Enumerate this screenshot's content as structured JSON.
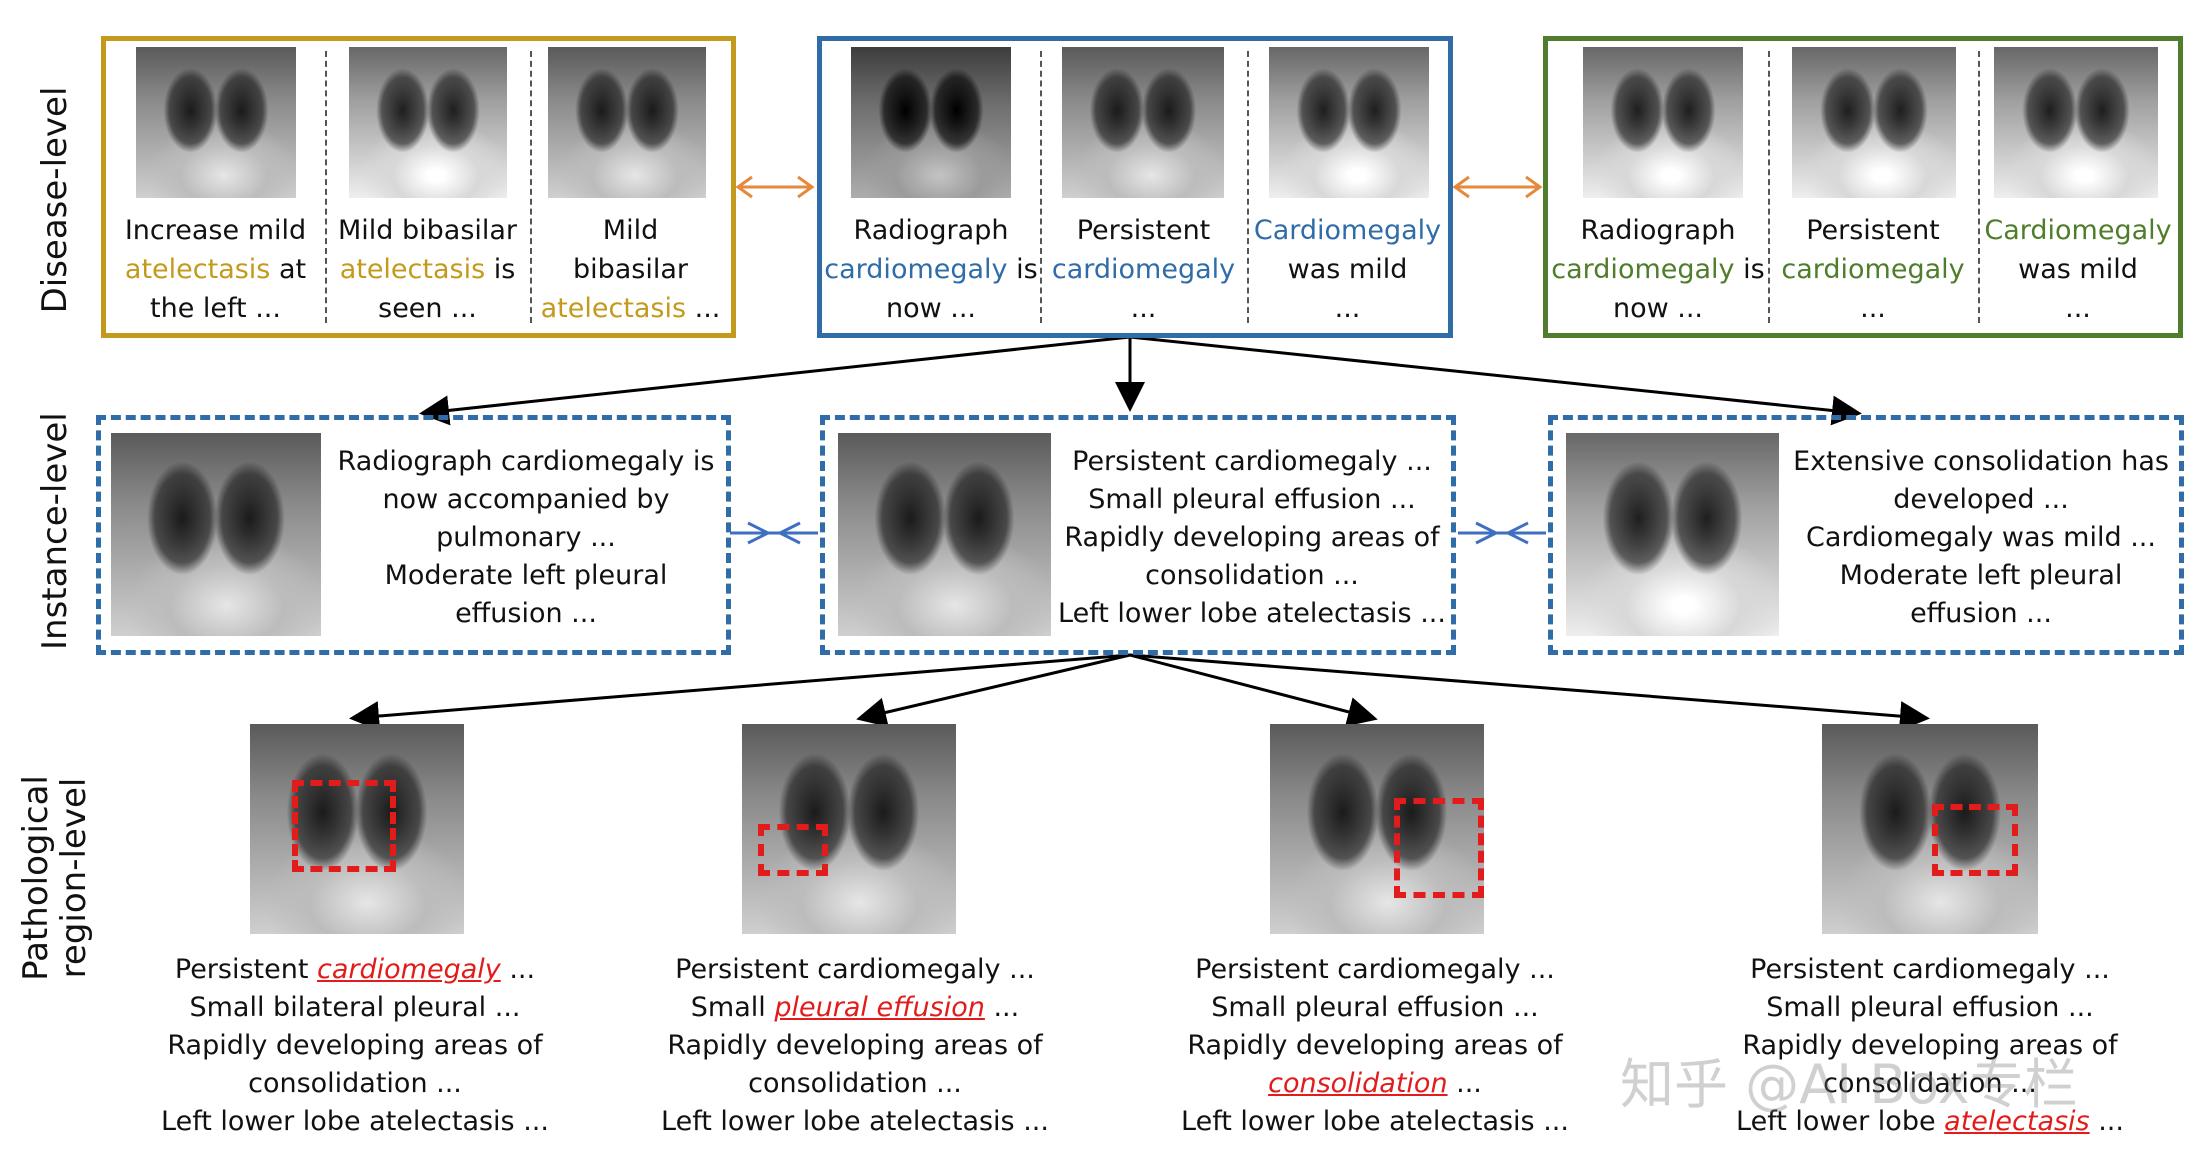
{
  "levels": {
    "disease": "Disease-level",
    "instance": "Instance-level",
    "region_line1": "Pathological",
    "region_line2": "region-level"
  },
  "colors": {
    "atelectasis_group": "#c49a1c",
    "cardiomegaly_group_blue": "#2f6ca8",
    "cardiomegaly_group_green": "#4f7d2b",
    "disease_arrow": "#e58a3c",
    "instance_arrow": "#3f6fc0",
    "roi": "#e21b1b"
  },
  "disease_groups": [
    {
      "cells": [
        {
          "pre": "Increase mild",
          "kw": "atelectasis",
          "post": " at",
          "tail": "the left ..."
        },
        {
          "pre": "Mild bibasilar",
          "kw": "atelectasis",
          "post": " is",
          "tail": "seen ..."
        },
        {
          "pre": "Mild",
          "mid": "bibasilar",
          "kw": "atelectasis",
          "post": " ..."
        }
      ]
    },
    {
      "cells": [
        {
          "pre": "Radiograph",
          "kw": "cardiomegaly",
          "post": " is",
          "tail": "now ..."
        },
        {
          "pre": "Persistent",
          "kw": "cardiomegaly",
          "tail": "..."
        },
        {
          "kw": "Cardiomegaly",
          "post": "was mild",
          "tail": "..."
        }
      ]
    },
    {
      "cells": [
        {
          "pre": "Radiograph",
          "kw": "cardiomegaly",
          "post": " is",
          "tail": "now ..."
        },
        {
          "pre": "Persistent",
          "kw": "cardiomegaly",
          "tail": "..."
        },
        {
          "kw": "Cardiomegaly",
          "post": "was mild",
          "tail": "..."
        }
      ]
    }
  ],
  "instances": [
    {
      "lines": [
        "Radiograph cardiomegaly is",
        "now accompanied by",
        "pulmonary ...",
        "Moderate left pleural",
        "effusion ..."
      ]
    },
    {
      "lines": [
        "Persistent cardiomegaly  ...",
        "Small pleural effusion ...",
        "Rapidly developing areas of",
        "consolidation ...",
        "Left lower lobe atelectasis ..."
      ]
    },
    {
      "lines": [
        "Extensive consolidation has",
        "developed ...",
        "Cardiomegaly was mild ...",
        "Moderate left pleural",
        "effusion ..."
      ]
    }
  ],
  "regions": [
    {
      "l1_pre": "Persistent ",
      "l1_kw": "cardiomegaly",
      "l1_post": " ...",
      "l2": "Small bilateral pleural ...",
      "l3": "Rapidly developing areas of",
      "l4": "consolidation ...",
      "l5": "Left lower lobe atelectasis ..."
    },
    {
      "l1": "Persistent cardiomegaly ...",
      "l2_pre": "Small ",
      "l2_kw": "pleural effusion",
      "l2_post": " ...",
      "l3": "Rapidly developing areas of",
      "l4": "consolidation ...",
      "l5": "Left lower lobe atelectasis ..."
    },
    {
      "l1": "Persistent cardiomegaly ...",
      "l2": "Small pleural effusion ...",
      "l3": "Rapidly developing areas of",
      "l4_kw": "consolidation",
      "l4_post": " ...",
      "l5": "Left lower lobe atelectasis ..."
    },
    {
      "l1": "Persistent cardiomegaly ...",
      "l2": "Small pleural effusion ...",
      "l3": "Rapidly developing areas of",
      "l4": "consolidation ...",
      "l5_pre": "Left lower lobe ",
      "l5_kw": "atelectasis",
      "l5_post": " ..."
    }
  ],
  "watermark": "知乎 @AI Box专栏"
}
